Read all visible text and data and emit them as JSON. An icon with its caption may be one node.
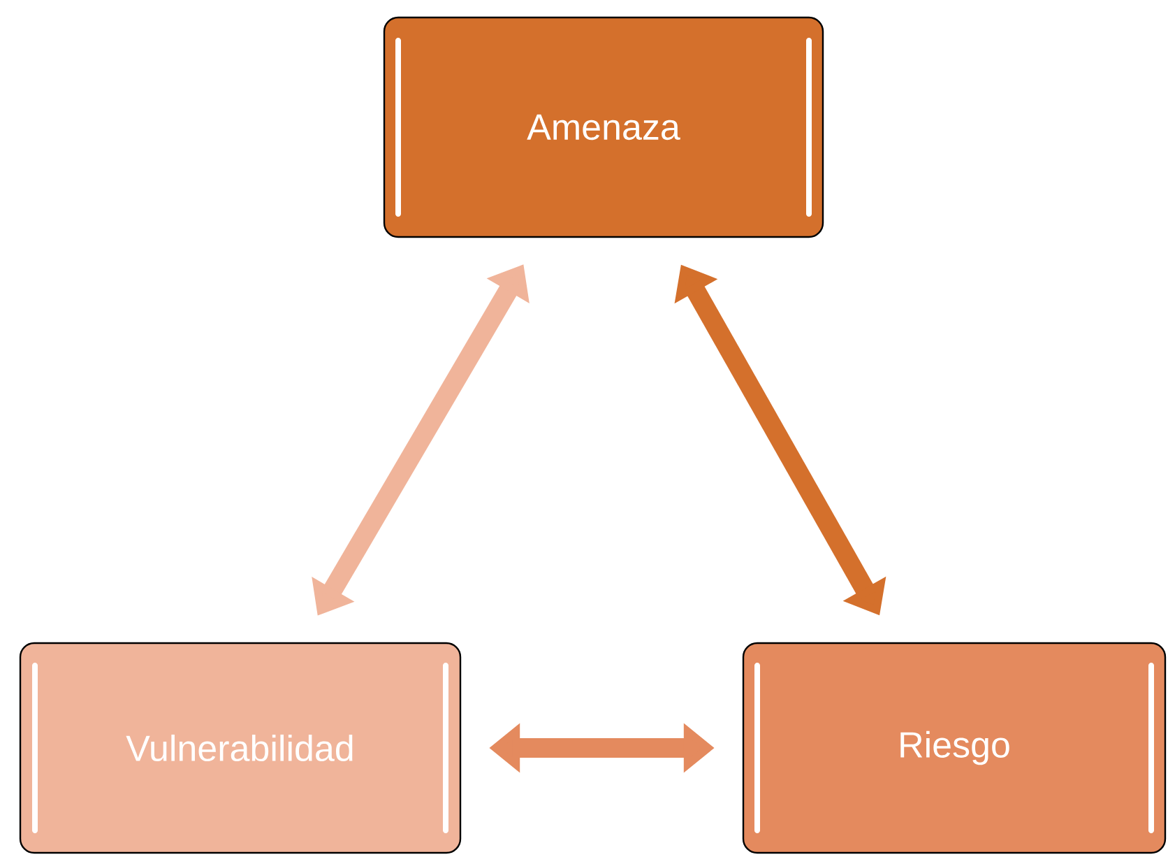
{
  "diagram": {
    "nodes": [
      {
        "text": [
          "Amenaza"
        ]
      },
      {
        "text": [
          "Vulnerabilidad"
        ]
      },
      {
        "text": [
          "Riesgo"
        ]
      }
    ],
    "edges": [
      {
        "from": 0,
        "to": 2,
        "arrow": "both",
        "color": "#d4702c"
      },
      {
        "from": 2,
        "to": 1,
        "arrow": "both",
        "color": "#e48a5e"
      },
      {
        "from": 1,
        "to": 0,
        "arrow": "both",
        "color": "#f0b49a"
      }
    ]
  }
}
